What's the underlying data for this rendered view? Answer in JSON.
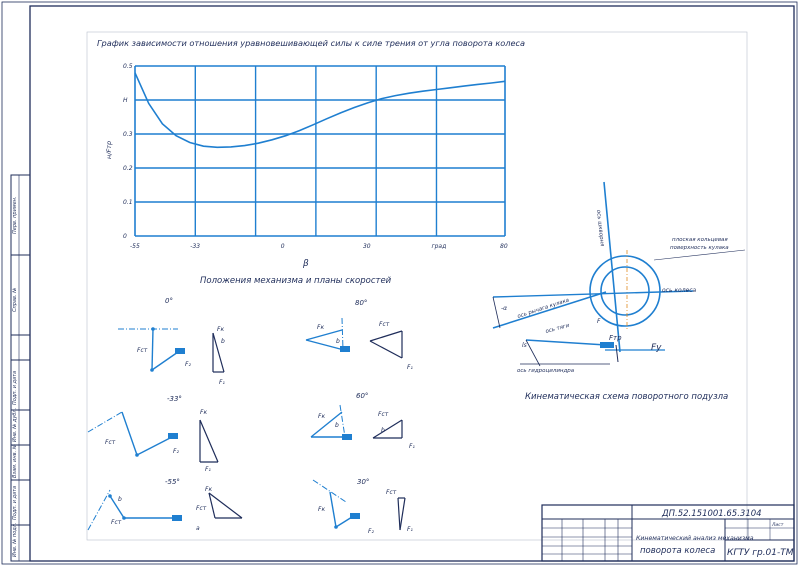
{
  "chart_data": {
    "type": "line",
    "title": "График зависимости отношения уравновешивающей силы к силе трения от угла поворота колеса",
    "xlabel": "β",
    "xunit": "град",
    "ylabel": "н/Fтр",
    "x_ticks": [
      "-55",
      "-33",
      "0",
      "30",
      "град",
      "80"
    ],
    "y_ticks": [
      "0",
      "0.1",
      "0.2",
      "0.3",
      "Н",
      "0.5"
    ],
    "xlim": [
      -55,
      80
    ],
    "ylim": [
      0,
      0.5
    ],
    "grid": true,
    "series": [
      {
        "x": [
          -55,
          -50,
          -45,
          -40,
          -35,
          -30,
          -25,
          -20,
          -15,
          -10,
          -5,
          0,
          5,
          10,
          15,
          20,
          25,
          30,
          35,
          40,
          45,
          50,
          55,
          60,
          65,
          70,
          75,
          80
        ],
        "y": [
          0.48,
          0.39,
          0.33,
          0.295,
          0.275,
          0.264,
          0.261,
          0.262,
          0.266,
          0.273,
          0.283,
          0.295,
          0.31,
          0.327,
          0.345,
          0.362,
          0.378,
          0.392,
          0.404,
          0.413,
          0.42,
          0.426,
          0.431,
          0.436,
          0.441,
          0.446,
          0.45,
          0.455
        ]
      }
    ]
  },
  "sections": {
    "mechanism_title": "Положения механизма и планы скоростей",
    "kinematic_title": "Кинематическая схема поворотного подузла"
  },
  "positions": [
    {
      "angle": "0°"
    },
    {
      "angle": "-33°"
    },
    {
      "angle": "-55°"
    },
    {
      "angle": "80°"
    },
    {
      "angle": "60°"
    },
    {
      "angle": "30°"
    }
  ],
  "kinematic_labels": {
    "kingpin_axis": "ось шкворня",
    "ring_surface_1": "плоская кольцевая",
    "ring_surface_2": "поверхность кулака",
    "wheel_axis": "ось колеса",
    "cam_lever_axis": "ось рычага кулака",
    "tie_rod_axis": "ось тяги",
    "cylinder_axis": "ось гидроцилиндра",
    "f_friction": "Fтр",
    "f_y": "Fy",
    "angle_ls": "ls",
    "angle_alpha": "-α",
    "force_f": "F"
  },
  "force_labels": {
    "fct": "Fст",
    "f2": "F₂",
    "f1": "F₁",
    "fk": "Fк",
    "a": "a",
    "b": "b"
  },
  "title_block": {
    "code": "ДП.52.151001.65.3104",
    "title_line1": "Кинематический анализ механизма",
    "title_line2": "поворота колеса",
    "org": "КГТУ гр.01-ТМ",
    "sheet_label": "Лист"
  },
  "side_stamps": [
    "Перв. примен.",
    "Справ. №",
    "Подп. и дата",
    "Инв. № дубл.",
    "Взам. инв. №",
    "Подп. и дата",
    "Инв. № подл."
  ]
}
